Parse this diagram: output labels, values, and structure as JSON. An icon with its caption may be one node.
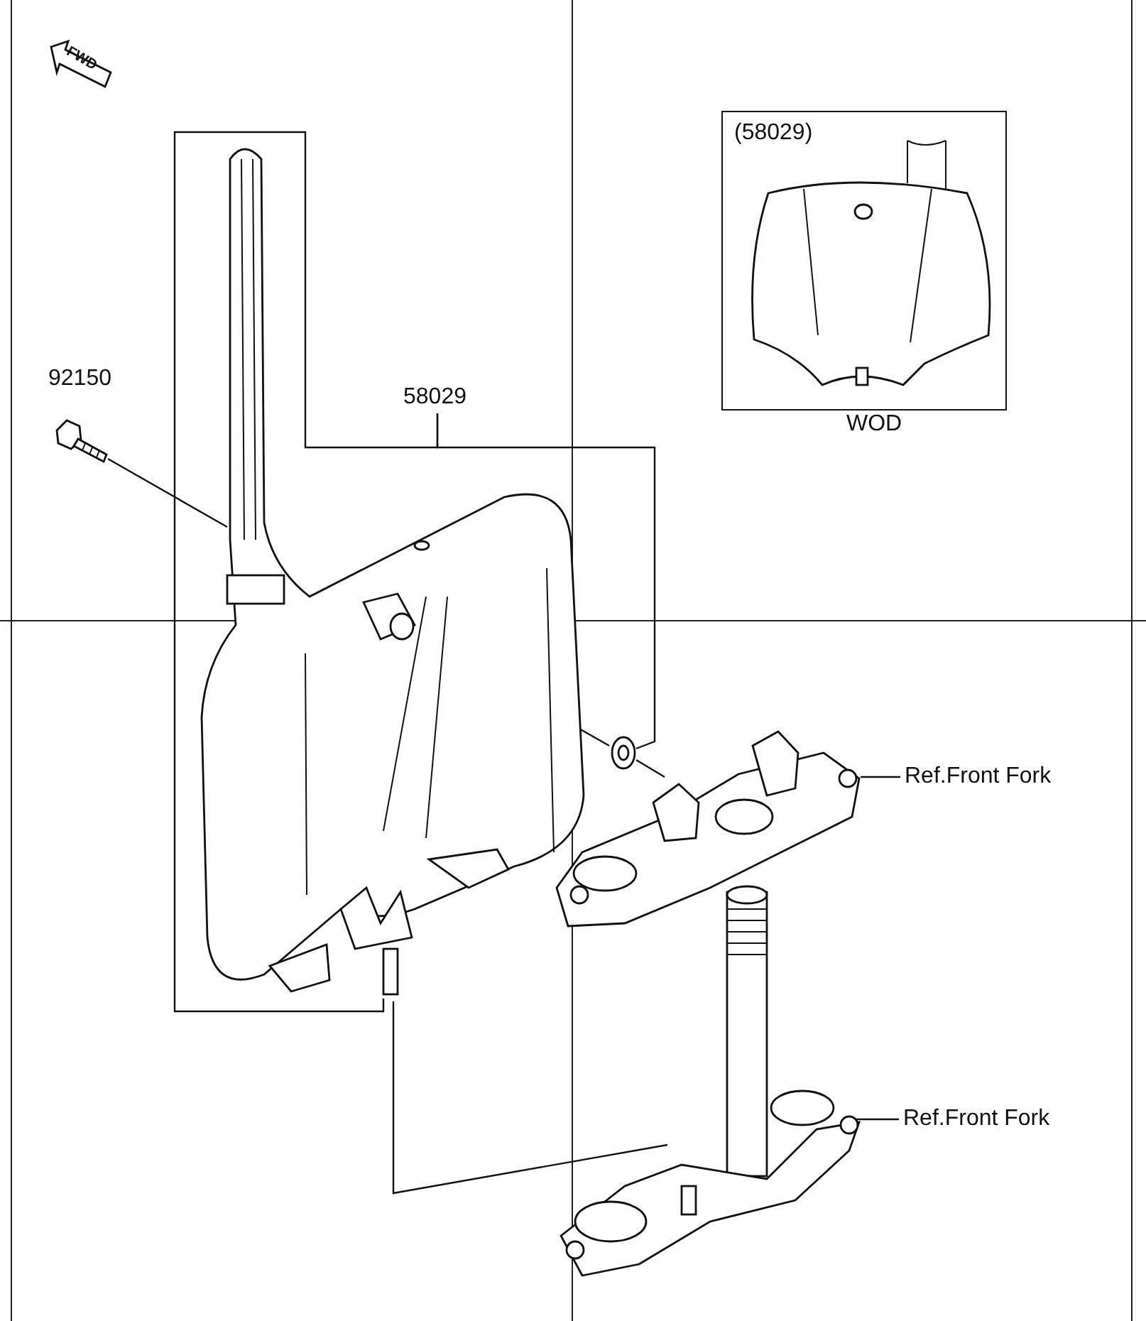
{
  "diagram": {
    "nodes": [
      {
        "text": [
          "58029"
        ]
      },
      {
        "text": [
          "(58029)",
          "WOD"
        ]
      },
      {
        "text": [
          "Ref.Front Fork"
        ]
      },
      {
        "text": [
          "Ref.Front Fork"
        ]
      },
      {
        "text": [],
        "shape": "picture"
      },
      {
        "text": [],
        "shape": "picture"
      },
      {
        "text": [],
        "shape": "picture"
      },
      {
        "text": [],
        "shape": "picture"
      },
      {
        "text": [],
        "shape": "picture"
      }
    ],
    "edges": [
      {
        "from": 0,
        "to": 5,
        "arrow": "none"
      },
      {
        "from": 0,
        "to": 6,
        "arrow": "none"
      },
      {
        "from": 2,
        "to": 7,
        "arrow": "none"
      },
      {
        "from": 3,
        "to": 8,
        "arrow": "none"
      },
      {
        "from": 4,
        "to": 5,
        "arrow": "none"
      },
      {
        "from": 5,
        "to": 6,
        "arrow": "none"
      },
      {
        "from": 6,
        "to": 7,
        "arrow": "none"
      },
      {
        "from": 5,
        "to": 8,
        "arrow": "none"
      }
    ],
    "labels": [
      "FWD",
      "92150"
    ]
  }
}
